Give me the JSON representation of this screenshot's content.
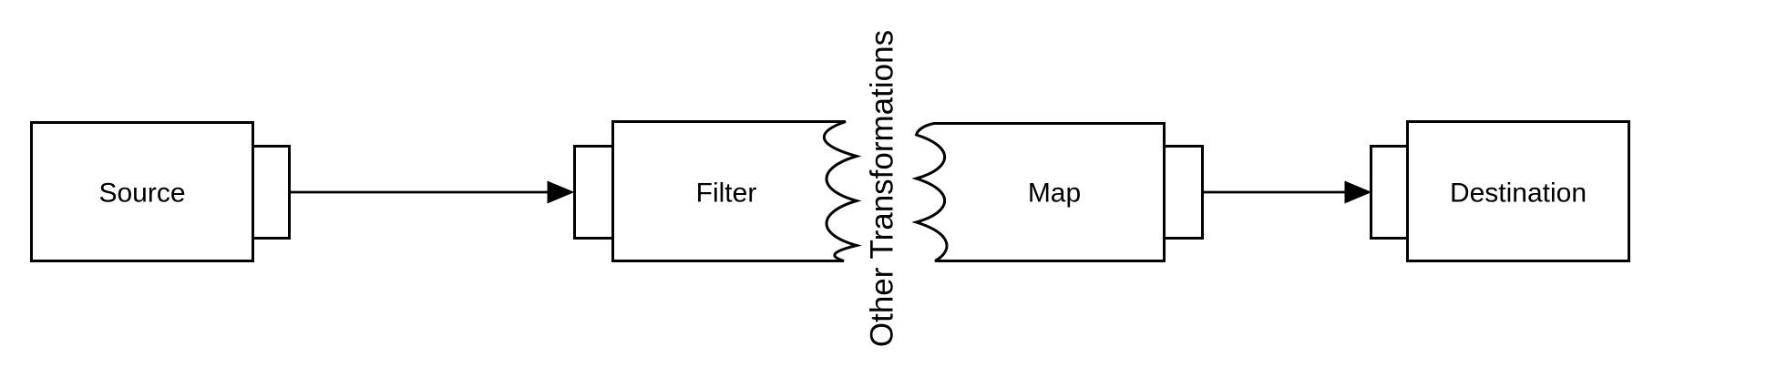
{
  "diagram": {
    "background_color": "#ffffff",
    "shape_fill_color": "#ffffff",
    "shape_stroke_color": "#000000",
    "text_color": "#000000",
    "nodes": [
      {
        "id": "source",
        "label": "Source"
      },
      {
        "id": "filter",
        "label": "Filter"
      },
      {
        "id": "map",
        "label": "Map"
      },
      {
        "id": "destination",
        "label": "Destination"
      }
    ],
    "connectors": [
      {
        "from": "source",
        "to": "filter"
      },
      {
        "from": "map",
        "to": "destination"
      }
    ],
    "annotation": {
      "label": "Other Transformations",
      "orientation": "vertical-bottom-to-top"
    }
  }
}
